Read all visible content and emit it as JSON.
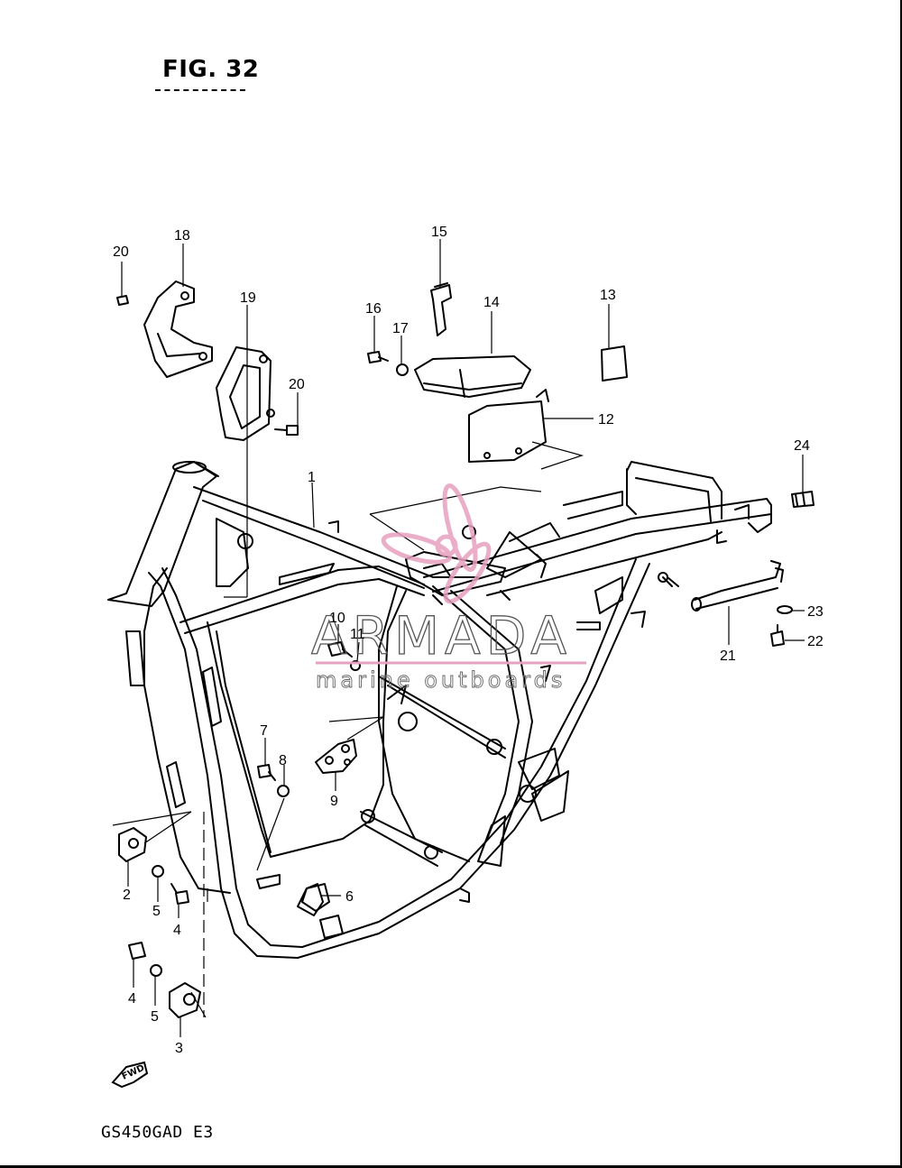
{
  "figure": {
    "title": "FIG. 32",
    "model_code": "GS450GAD  E3",
    "fwd_label": "FWD"
  },
  "watermark": {
    "brand": "ARMADA",
    "tagline": "marine outboards",
    "logo_color": "#e8a0c0"
  },
  "callouts": [
    "1",
    "2",
    "3",
    "4",
    "4",
    "5",
    "5",
    "6",
    "7",
    "8",
    "9",
    "10",
    "11",
    "12",
    "13",
    "14",
    "15",
    "16",
    "17",
    "18",
    "19",
    "20",
    "20",
    "21",
    "22",
    "23",
    "24"
  ]
}
